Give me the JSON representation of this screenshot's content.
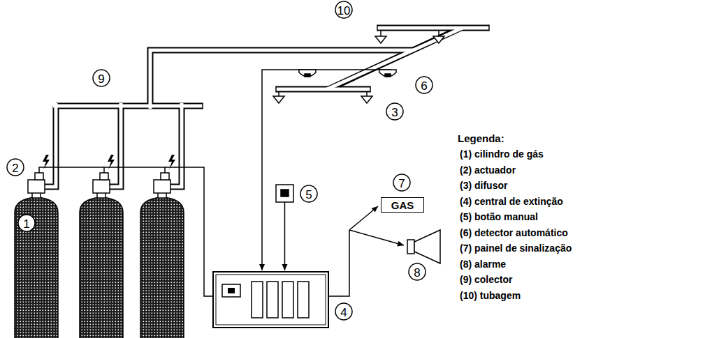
{
  "diagram": {
    "nodes": [
      {
        "text": [
          "GAS"
        ]
      }
    ],
    "labels": [
      "10",
      "9",
      "6",
      "3",
      "2",
      "7",
      "5",
      "1",
      "8",
      "4",
      "Legenda:"
    ],
    "legend": [
      {
        "text": "(1) cilindro de gás"
      },
      {
        "text": "(2) actuador"
      },
      {
        "text": "(3) difusor"
      },
      {
        "text": "(4) central de extinção"
      },
      {
        "text": "(5) botão manual"
      },
      {
        "text": "(6) detector automático"
      },
      {
        "text": "(7) painel de sinalização"
      },
      {
        "text": "(8) alarme"
      },
      {
        "text": "(9) colector"
      },
      {
        "text": "(10) tubagem"
      }
    ]
  }
}
